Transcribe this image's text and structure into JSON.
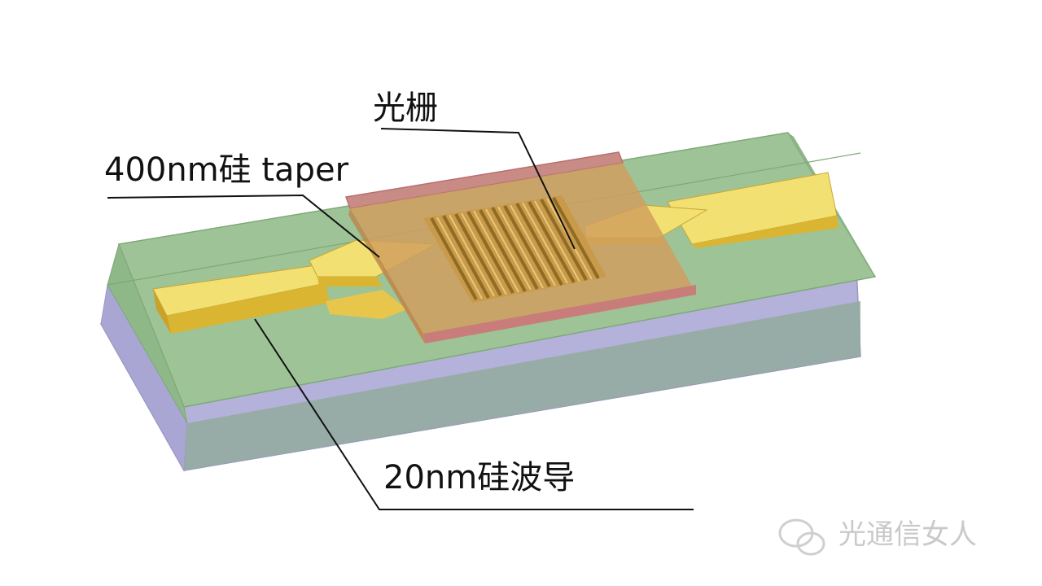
{
  "diagram": {
    "labels": {
      "grating": "光栅",
      "taper": "400nm硅 taper",
      "waveguide": "20nm硅波导"
    },
    "watermark": "光通信女人",
    "colors": {
      "substrate": "#b3b0da",
      "cladding": "#98c08f",
      "silicon": "#f1e070",
      "silicon_edge": "#d6b02b",
      "grating_overlay": "#c8926a",
      "grating_border": "#c07878"
    }
  }
}
